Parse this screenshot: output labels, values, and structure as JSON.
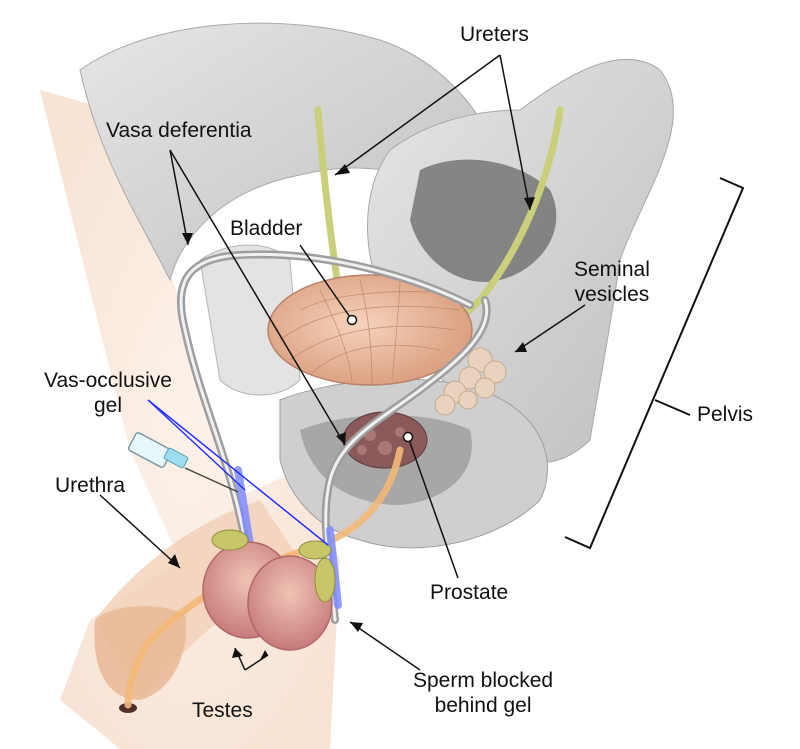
{
  "labels": {
    "ureters": "Ureters",
    "vasa_deferentia": "Vasa deferentia",
    "bladder": "Bladder",
    "seminal_vesicles_line1": "Seminal",
    "seminal_vesicles_line2": "vesicles",
    "vas_occlusive_gel_line1": "Vas-occlusive",
    "vas_occlusive_gel_line2": "gel",
    "pelvis": "Pelvis",
    "urethra": "Urethra",
    "prostate": "Prostate",
    "testes": "Testes",
    "sperm_blocked_line1": "Sperm blocked",
    "sperm_blocked_line2": "behind gel"
  },
  "colors": {
    "bone": "#d9d9d9",
    "bone_dark": "#9a9a9a",
    "skin": "#f6dcc8",
    "bladder": "#e9b89a",
    "ureter": "#c9cf7a",
    "urethra": "#f3b878",
    "testis": "#d98f8f",
    "epididymis": "#c7c76a",
    "gel": "#6b7bff",
    "vas": "#bdbdbd",
    "prostate": "#8a5a5a"
  }
}
